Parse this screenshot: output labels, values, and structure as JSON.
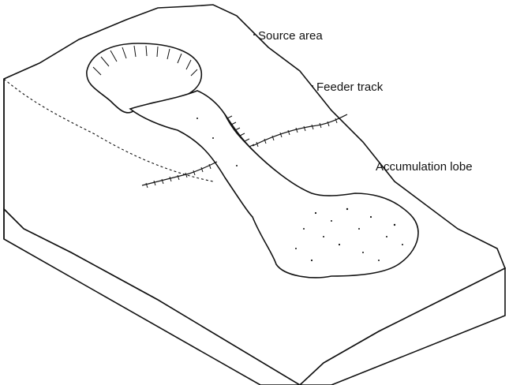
{
  "diagram": {
    "labels": {
      "source_area": "Source area",
      "feeder_track": "Feeder track",
      "accumulation_lobe": "Accumulation lobe"
    },
    "colors": {
      "ink": "#111111",
      "paper": "#ffffff"
    }
  }
}
